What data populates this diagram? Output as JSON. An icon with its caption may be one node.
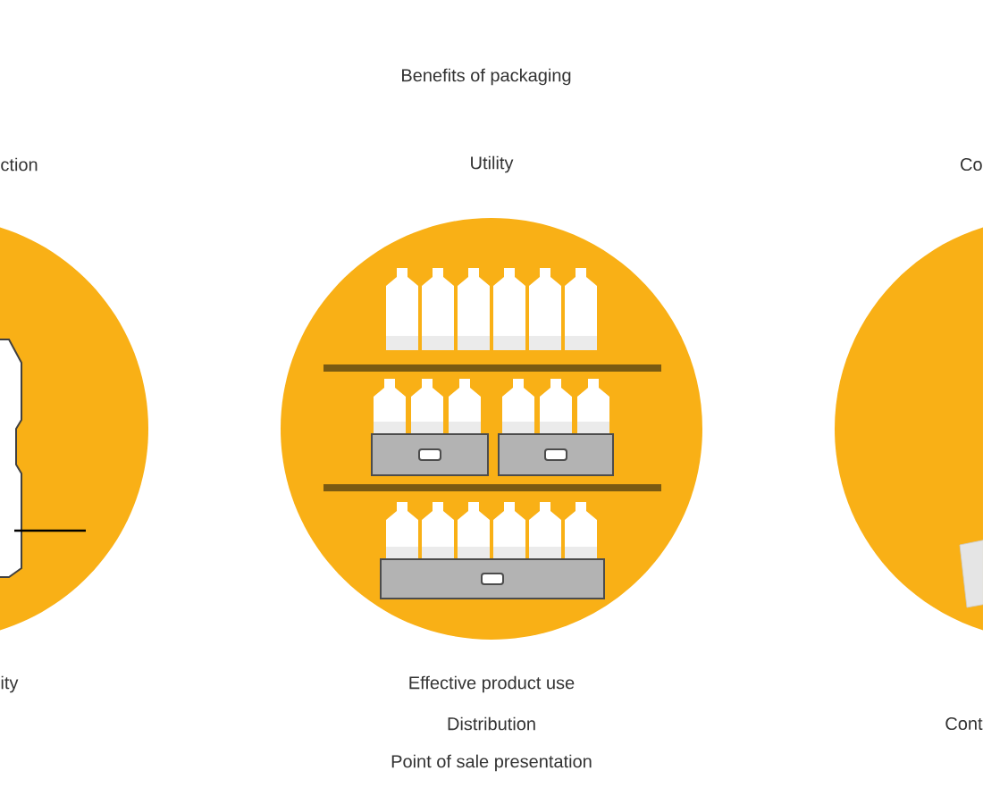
{
  "diagram": {
    "title": "Benefits of packaging",
    "nodes": [
      {
        "text": [
          "ction",
          "ity"
        ]
      },
      {
        "text": [
          "Utility",
          "Effective product use",
          "Distribution",
          "Point of sale presentation"
        ]
      },
      {
        "text": [
          "Co",
          "Cont"
        ]
      }
    ]
  }
}
